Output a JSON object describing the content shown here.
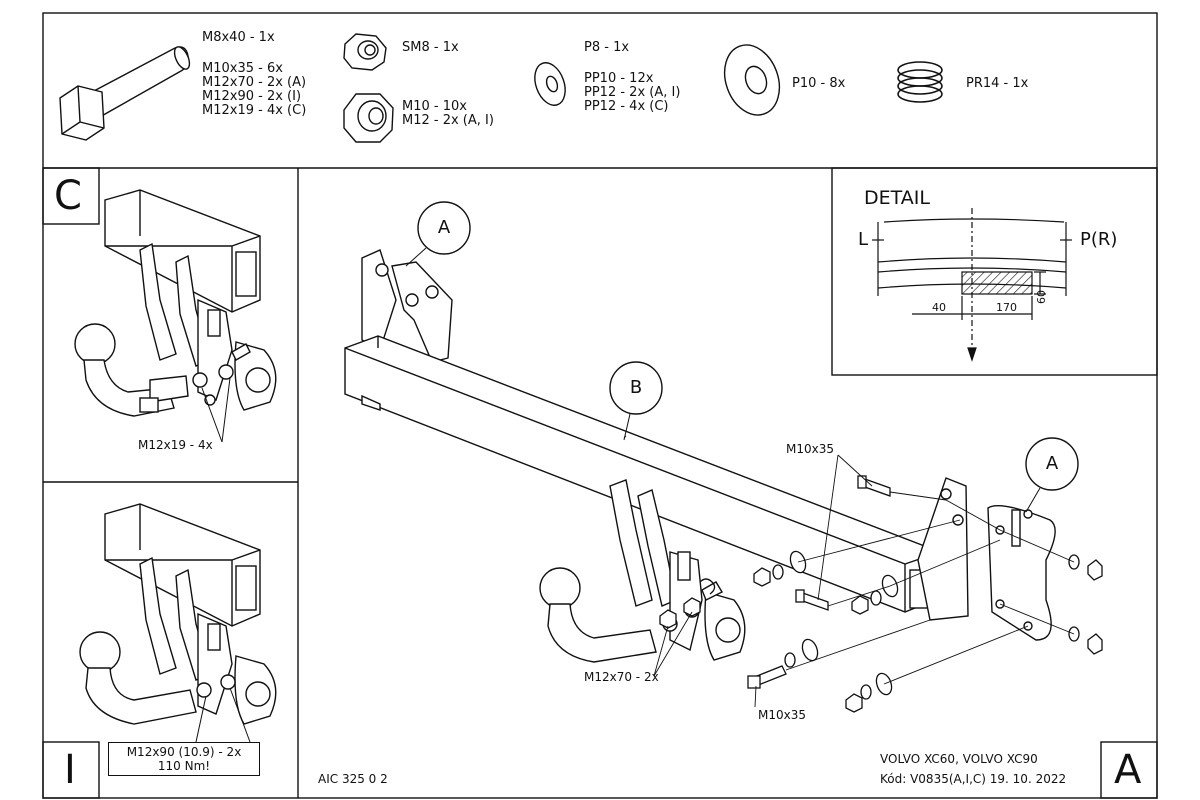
{
  "parts_list": {
    "bolt_group": [
      "M8x40 - 1x",
      "M10x35 - 6x",
      "M12x70 - 2x (A)",
      "M12x90 - 2x (I)",
      "M12x19 - 4x (C)"
    ],
    "nut_small": "SM8 - 1x",
    "nut_large": [
      "M10 - 10x",
      "M12 - 2x (A, I)"
    ],
    "washer_small_group": [
      "P8 - 1x",
      "PP10 - 12x",
      "PP12 - 2x (A, I)",
      "PP12 - 4x (C)"
    ],
    "washer_large": "P10 - 8x",
    "spring": "PR14 - 1x"
  },
  "panel_c": {
    "letter": "C",
    "callout": "M12x19 - 4x"
  },
  "panel_i": {
    "letter": "I",
    "note_line1": "M12x90 (10.9) - 2x",
    "note_line2": "110 Nm!"
  },
  "main": {
    "callout_a_top": "A",
    "callout_b": "B",
    "callout_a_right": "A",
    "bolt_label_top": "M10x35",
    "bolt_label_bottom": "M10x35",
    "bolt_label_mount": "M12x70 - 2x"
  },
  "detail": {
    "title": "DETAIL",
    "left": "L",
    "right": "P(R)",
    "dim_40": "40",
    "dim_170": "170",
    "dim_60": "60"
  },
  "footer": {
    "code": "AIC 325 0 2",
    "vehicle": "VOLVO XC60, VOLVO XC90",
    "kod": "Kód: V0835(A,I,C)  19. 10. 2022",
    "corner_letter": "A"
  }
}
